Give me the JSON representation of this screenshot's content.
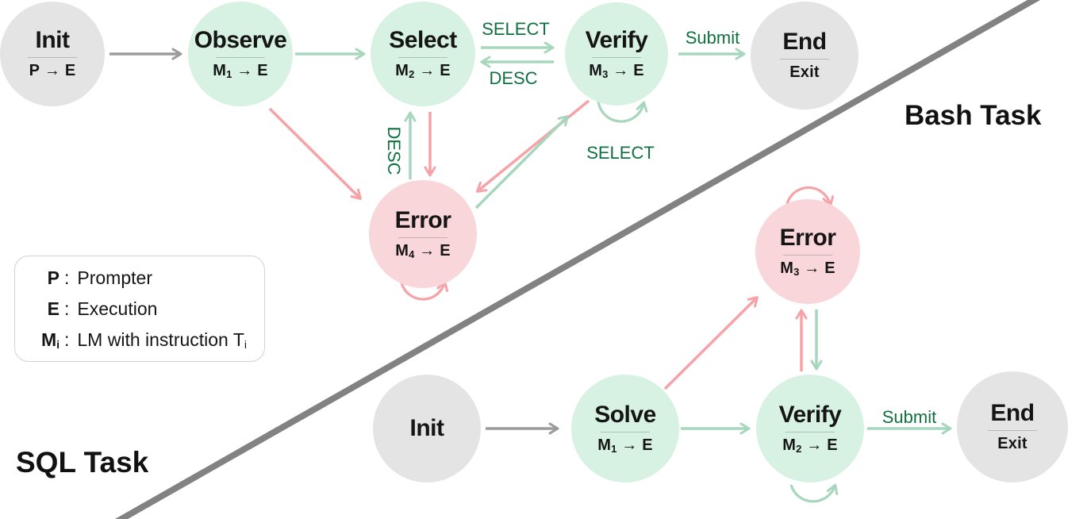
{
  "bash": {
    "task_label": "Bash Task",
    "nodes": {
      "init": {
        "title": "Init",
        "sub_pre": "P",
        "sub_sub": "",
        "sub_post": " → E"
      },
      "observe": {
        "title": "Observe",
        "sub_pre": "M",
        "sub_sub": "1",
        "sub_post": " → E"
      },
      "select": {
        "title": "Select",
        "sub_pre": "M",
        "sub_sub": "2",
        "sub_post": " → E"
      },
      "verify": {
        "title": "Verify",
        "sub_pre": "M",
        "sub_sub": "3",
        "sub_post": " → E"
      },
      "end": {
        "title": "End",
        "sub_pre": "Exit",
        "sub_sub": "",
        "sub_post": ""
      },
      "error": {
        "title": "Error",
        "sub_pre": "M",
        "sub_sub": "4",
        "sub_post": " → E"
      }
    },
    "edge_labels": {
      "select_forward": "SELECT",
      "desc_backward": "DESC",
      "desc_vertical": "DESC",
      "select_loop": "SELECT",
      "submit": "Submit"
    }
  },
  "sql": {
    "task_label": "SQL Task",
    "nodes": {
      "init": {
        "title": "Init",
        "sub_pre": "",
        "sub_sub": "",
        "sub_post": ""
      },
      "solve": {
        "title": "Solve",
        "sub_pre": "M",
        "sub_sub": "1",
        "sub_post": " → E"
      },
      "error": {
        "title": "Error",
        "sub_pre": "M",
        "sub_sub": "3",
        "sub_post": " → E"
      },
      "verify": {
        "title": "Verify",
        "sub_pre": "M",
        "sub_sub": "2",
        "sub_post": " → E"
      },
      "end": {
        "title": "End",
        "sub_pre": "Exit",
        "sub_sub": "",
        "sub_post": ""
      }
    },
    "edge_labels": {
      "submit": "Submit"
    }
  },
  "legend": {
    "items": [
      {
        "term": "P",
        "term_sub": "",
        "colon": ":",
        "desc": "Prompter",
        "desc_sub": ""
      },
      {
        "term": "E",
        "term_sub": "",
        "colon": ":",
        "desc": "Execution",
        "desc_sub": ""
      },
      {
        "term": "M",
        "term_sub": "i",
        "colon": ":",
        "desc": "LM with instruction T",
        "desc_sub": "i"
      }
    ]
  },
  "colors": {
    "node_green": "#d7f2e3",
    "node_gray": "#e4e4e4",
    "node_pink": "#f9d6d9",
    "arrow_green": "#a6d7bd",
    "arrow_pink": "#f7a2a7",
    "arrow_gray": "#9b9b9b",
    "edge_label_green": "#10703f",
    "diagonal_gray": "#828282"
  }
}
